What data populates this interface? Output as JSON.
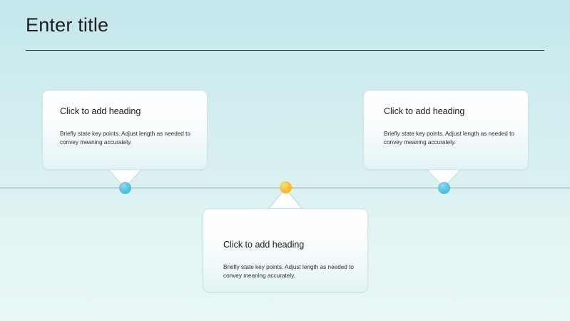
{
  "slide": {
    "title": "Enter title",
    "background_top_color": "#c3e7ec",
    "background_bottom_color": "#e8f7f5",
    "title_rule_color": "#1b2b2b",
    "timeline_color": "#8a9a9c"
  },
  "timeline": {
    "milestones": [
      {
        "id": "milestone-1",
        "dot_color": "#4ec3e0",
        "dot_style": "blue",
        "position": "above",
        "heading": "Click to add heading",
        "body": "Briefly state key points. Adjust length as needed to convey meaning accurately."
      },
      {
        "id": "milestone-2",
        "dot_color": "#f5b52e",
        "dot_style": "amber",
        "position": "below",
        "heading": "Click to add heading",
        "body": "Briefly state key points. Adjust length as needed to convey meaning accurately."
      },
      {
        "id": "milestone-3",
        "dot_color": "#4ec3e0",
        "dot_style": "blue",
        "position": "above",
        "heading": "Click to add heading",
        "body": "Briefly state key points. Adjust length as needed to convey meaning accurately."
      }
    ]
  }
}
